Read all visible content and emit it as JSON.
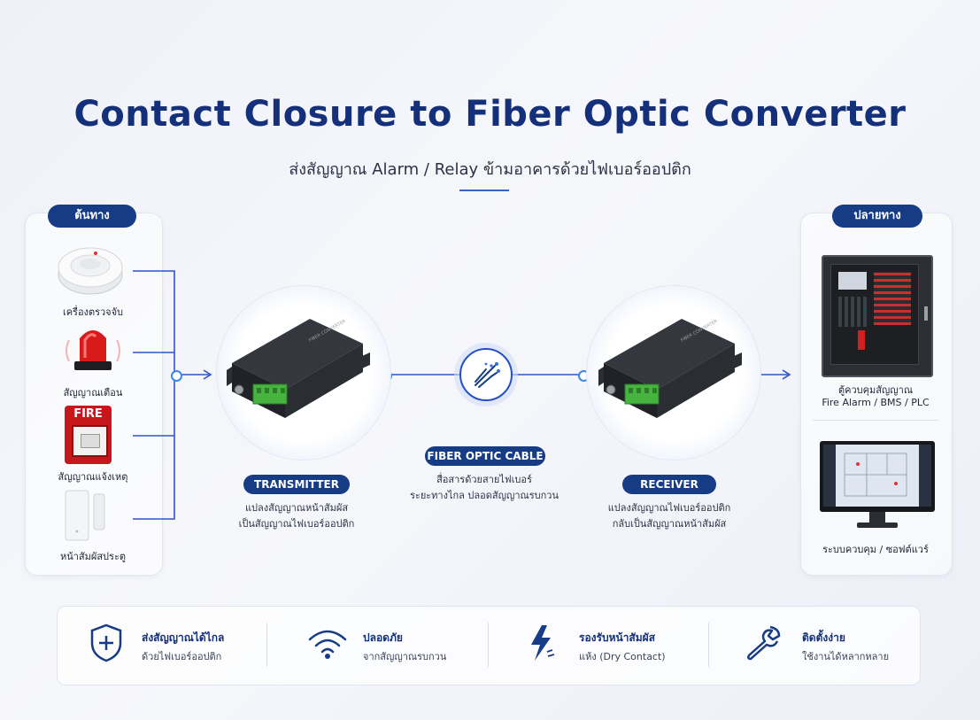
{
  "title": "Contact Closure to Fiber Optic Converter",
  "subtitle": "ส่งสัญญาณ Alarm / Relay ข้ามอาคารด้วยไฟเบอร์ออปติก",
  "source": {
    "label": "ต้นทาง",
    "items": [
      {
        "label": "เครื่องตรวจจับ",
        "icon": "smoke-detector"
      },
      {
        "label": "สัญญาณเตือน",
        "icon": "alarm-beacon"
      },
      {
        "label": "สัญญาณแจ้งเหตุ",
        "icon": "fire-call-point",
        "sign": "FIRE"
      },
      {
        "label": "หน้าสัมผัสประตู",
        "icon": "door-contact"
      }
    ]
  },
  "transmitter": {
    "label": "TRANSMITTER",
    "desc1": "แปลงสัญญาณหน้าสัมผัส",
    "desc2": "เป็นสัญญาณไฟเบอร์ออปติก"
  },
  "cable": {
    "label": "FIBER OPTIC CABLE",
    "desc1": "สื่อสารด้วยสายไฟเบอร์",
    "desc2": "ระยะทางไกล ปลอดสัญญาณรบกวน"
  },
  "receiver": {
    "label": "RECEIVER",
    "desc1": "แปลงสัญญาณไฟเบอร์ออปติก",
    "desc2": "กลับเป็นสัญญาณหน้าสัมผัส"
  },
  "destination": {
    "label": "ปลายทาง",
    "items": [
      {
        "label1": "ตู้ควบคุมสัญญาณ",
        "label2": "Fire Alarm / BMS / PLC",
        "icon": "control-panel"
      },
      {
        "label1": "ระบบควบคุม / ซอฟต์แวร์",
        "icon": "monitor"
      }
    ]
  },
  "features": [
    {
      "title": "ส่งสัญญาณได้ไกล",
      "sub": "ด้วยไฟเบอร์ออปติก",
      "icon": "shield-icon"
    },
    {
      "title": "ปลอดภัย",
      "sub": "จากสัญญาณรบกวน",
      "icon": "wifi-icon"
    },
    {
      "title": "รองรับหน้าสัมผัส",
      "sub": "แห้ง (Dry Contact)",
      "icon": "lightning-icon"
    },
    {
      "title": "ติดตั้งง่าย",
      "sub": "ใช้งานได้หลากหลาย",
      "icon": "wrench-icon"
    }
  ],
  "colors": {
    "primary": "#163c86",
    "accent": "#2f6fe0",
    "title": "#15307a"
  }
}
